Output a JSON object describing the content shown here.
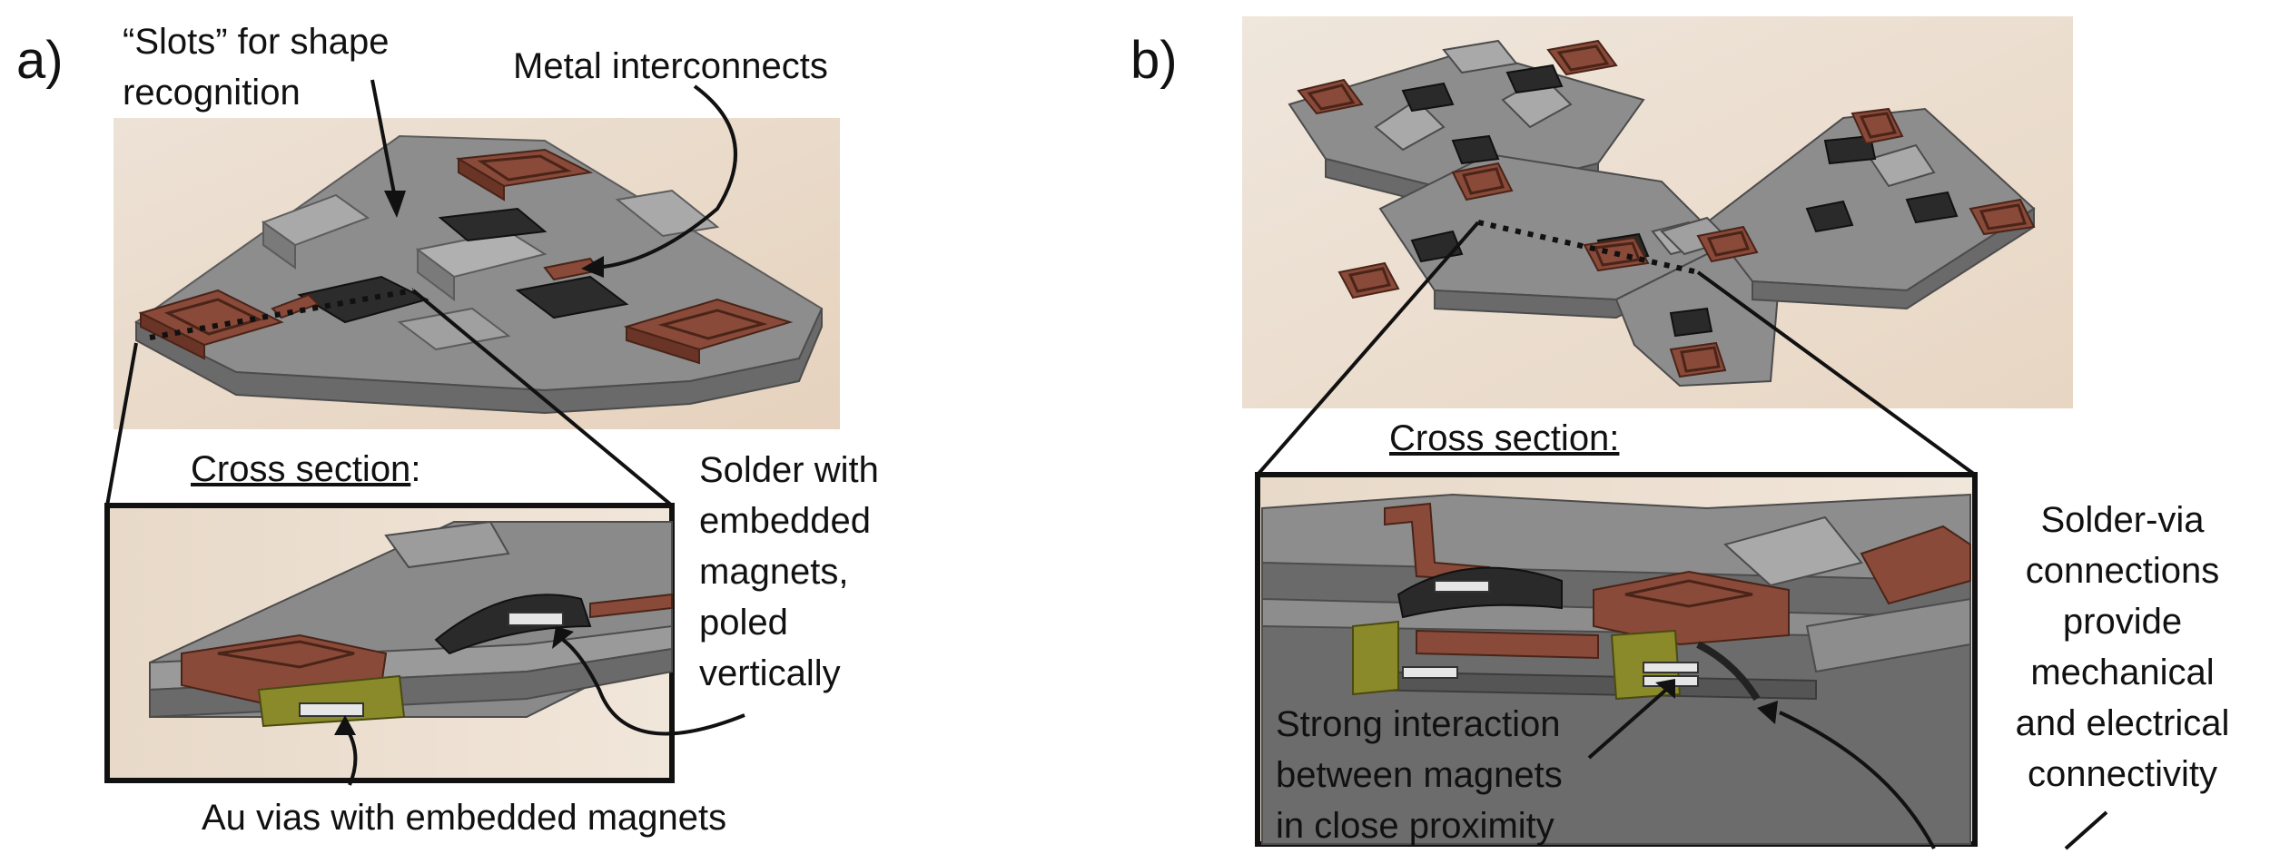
{
  "panel_a": {
    "letter": "a)",
    "slots_label": [
      "“Slots” for shape",
      "recognition"
    ],
    "metal_label": "Metal interconnects",
    "cross_section_title": "Cross section",
    "cross_section_colon": ":",
    "solder_label": [
      "Solder with",
      "embedded",
      "magnets,",
      "poled",
      "vertically"
    ],
    "au_vias_label": "Au vias with embedded magnets"
  },
  "panel_b": {
    "letter": "b)",
    "cross_section_title": "Cross section:",
    "strong_label": [
      "Strong interaction",
      "between magnets",
      "in close proximity"
    ],
    "solder_via_label": [
      "Solder-via",
      "connections",
      "provide",
      "mechanical",
      "and electrical",
      "connectivity"
    ]
  },
  "colors": {
    "background_tint": "#efdfcd",
    "chip_gray": "#8f8f8f",
    "copper": "#8a4a3a",
    "magnet_black": "#2a2a2a",
    "gold_via": "#8a8a2a"
  }
}
